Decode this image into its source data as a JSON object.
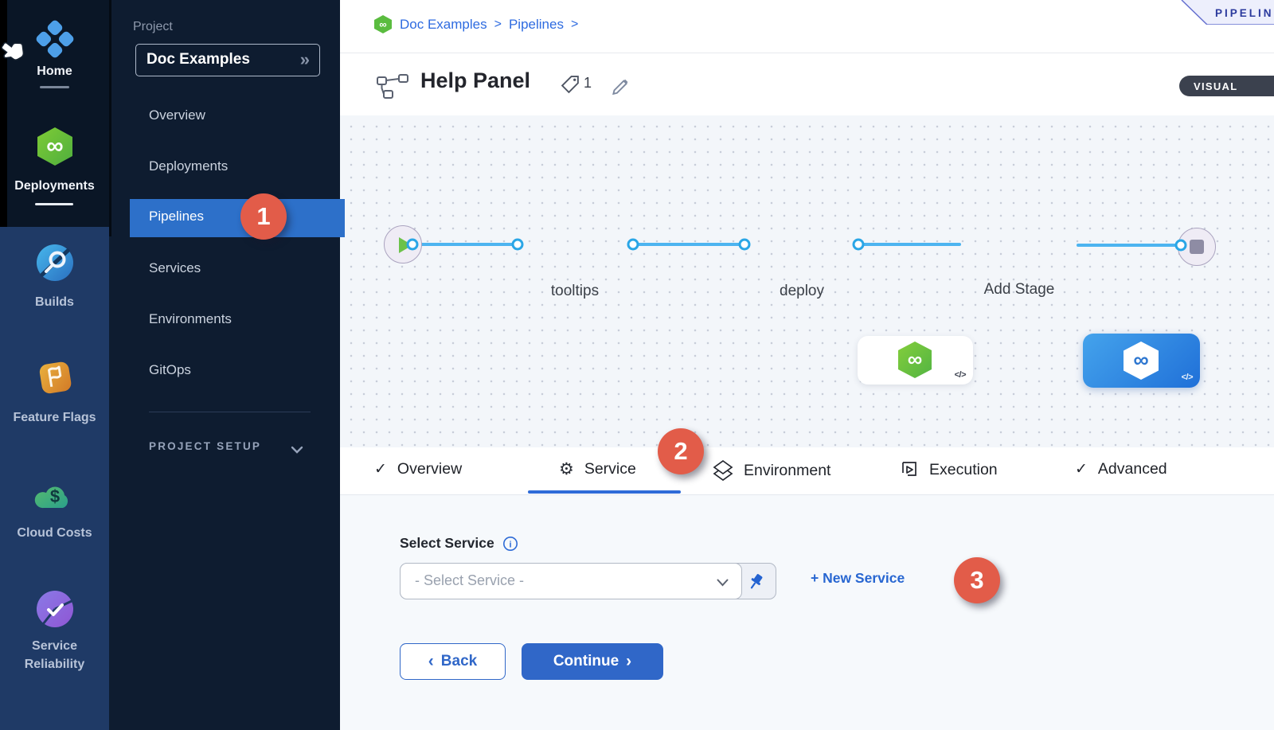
{
  "colors": {
    "accent_blue": "#2e6be0",
    "primary_button_blue": "#3067c8",
    "nav_highlight_blue": "#2d70c9",
    "badge_red": "#e25c49",
    "edge_blue": "#4db4f0",
    "harness_green": "#63c342",
    "deploy_gradient": [
      "#44a3ec",
      "#2070d8"
    ],
    "sidebar_dark": "#0e1c30",
    "sidebar_blue": "#1f3a66"
  },
  "icons": {
    "infinity": "∞",
    "check": "✓",
    "gear": "⚙",
    "double_chevron": "»",
    "chevron_left": "‹",
    "chevron_right": "›",
    "breadcrumb_separator": ">",
    "code_glyph": "</>",
    "dollar": "$",
    "info_i": "i"
  },
  "module_sidebar": {
    "items": [
      {
        "label": "Home",
        "icon": "home-icon",
        "active": false
      },
      {
        "label": "Deployments",
        "icon": "deployments-icon",
        "active": true
      },
      {
        "label": "Builds",
        "icon": "builds-icon",
        "active": false
      },
      {
        "label": "Feature Flags",
        "icon": "feature-flags-icon",
        "active": false
      },
      {
        "label": "Cloud Costs",
        "icon": "cloud-costs-icon",
        "active": false
      },
      {
        "label": "Service Reliability",
        "icon": "service-reliability-icon",
        "active": false
      }
    ]
  },
  "project_sidebar": {
    "section_label": "Project",
    "project_name": "Doc Examples",
    "items": [
      "Overview",
      "Deployments",
      "Pipelines",
      "Services",
      "Environments",
      "GitOps"
    ],
    "active_item": "Pipelines",
    "footer_label": "PROJECT SETUP"
  },
  "breadcrumb": {
    "crumbs": [
      "Doc Examples",
      "Pipelines"
    ]
  },
  "header": {
    "title": "Help Panel",
    "tag_count": "1"
  },
  "top_right": {
    "banner_label": "PIPELIN",
    "view_toggle_label": "VISUAL"
  },
  "canvas": {
    "nodes": [
      {
        "name": "tooltips"
      },
      {
        "name": "deploy"
      },
      {
        "name": "Add Stage"
      }
    ]
  },
  "tabs": [
    {
      "label": "Overview",
      "selected": false
    },
    {
      "label": "Service",
      "selected": true
    },
    {
      "label": "Environment",
      "selected": false
    },
    {
      "label": "Execution",
      "selected": false
    },
    {
      "label": "Advanced",
      "selected": false
    }
  ],
  "annotations": {
    "step1": "1",
    "step2": "2",
    "step3": "3"
  },
  "form": {
    "select_label": "Select Service",
    "select_placeholder": "- Select Service -",
    "new_service_label": "+ New Service",
    "back_label": "Back",
    "continue_label": "Continue"
  }
}
